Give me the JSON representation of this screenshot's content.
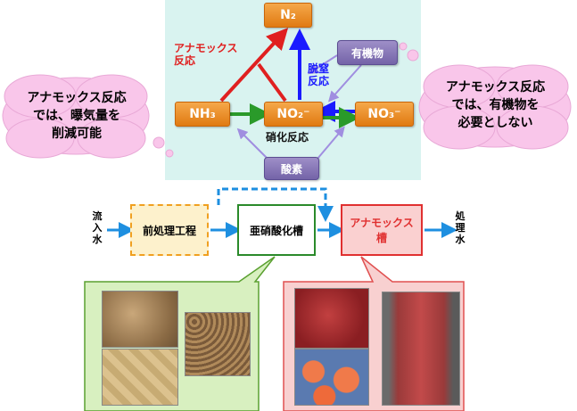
{
  "nodes": {
    "n2": "N₂",
    "nh3": "NH₃",
    "no2": "NO₂⁻",
    "no3": "NO₃⁻",
    "organic": "有機物",
    "oxygen": "酸素"
  },
  "labels": {
    "anammox_line1": "アナモックス",
    "anammox_line2": "反応",
    "denit_line1": "脱窒",
    "denit_line2": "反応",
    "nitrification": "硝化反応"
  },
  "clouds": {
    "left": [
      "アナモックス反応",
      "では、曝気量を",
      "削減可能"
    ],
    "right": [
      "アナモックス反応",
      "では、有機物を",
      "必要としない"
    ]
  },
  "flow": {
    "inflow": [
      "流",
      "入",
      "水"
    ],
    "pretreatment": "前処理工程",
    "nitritation": "亜硝酸化槽",
    "anammox_tank_line1": "アナモックス",
    "anammox_tank_line2": "槽",
    "outflow": [
      "処",
      "理",
      "水"
    ]
  },
  "colors": {
    "orange": "#f09530",
    "purple": "#8a7abc",
    "red": "#e02020",
    "blue": "#1a1aff",
    "green": "#2a9a2a",
    "cloud": "#f9c6ea"
  }
}
